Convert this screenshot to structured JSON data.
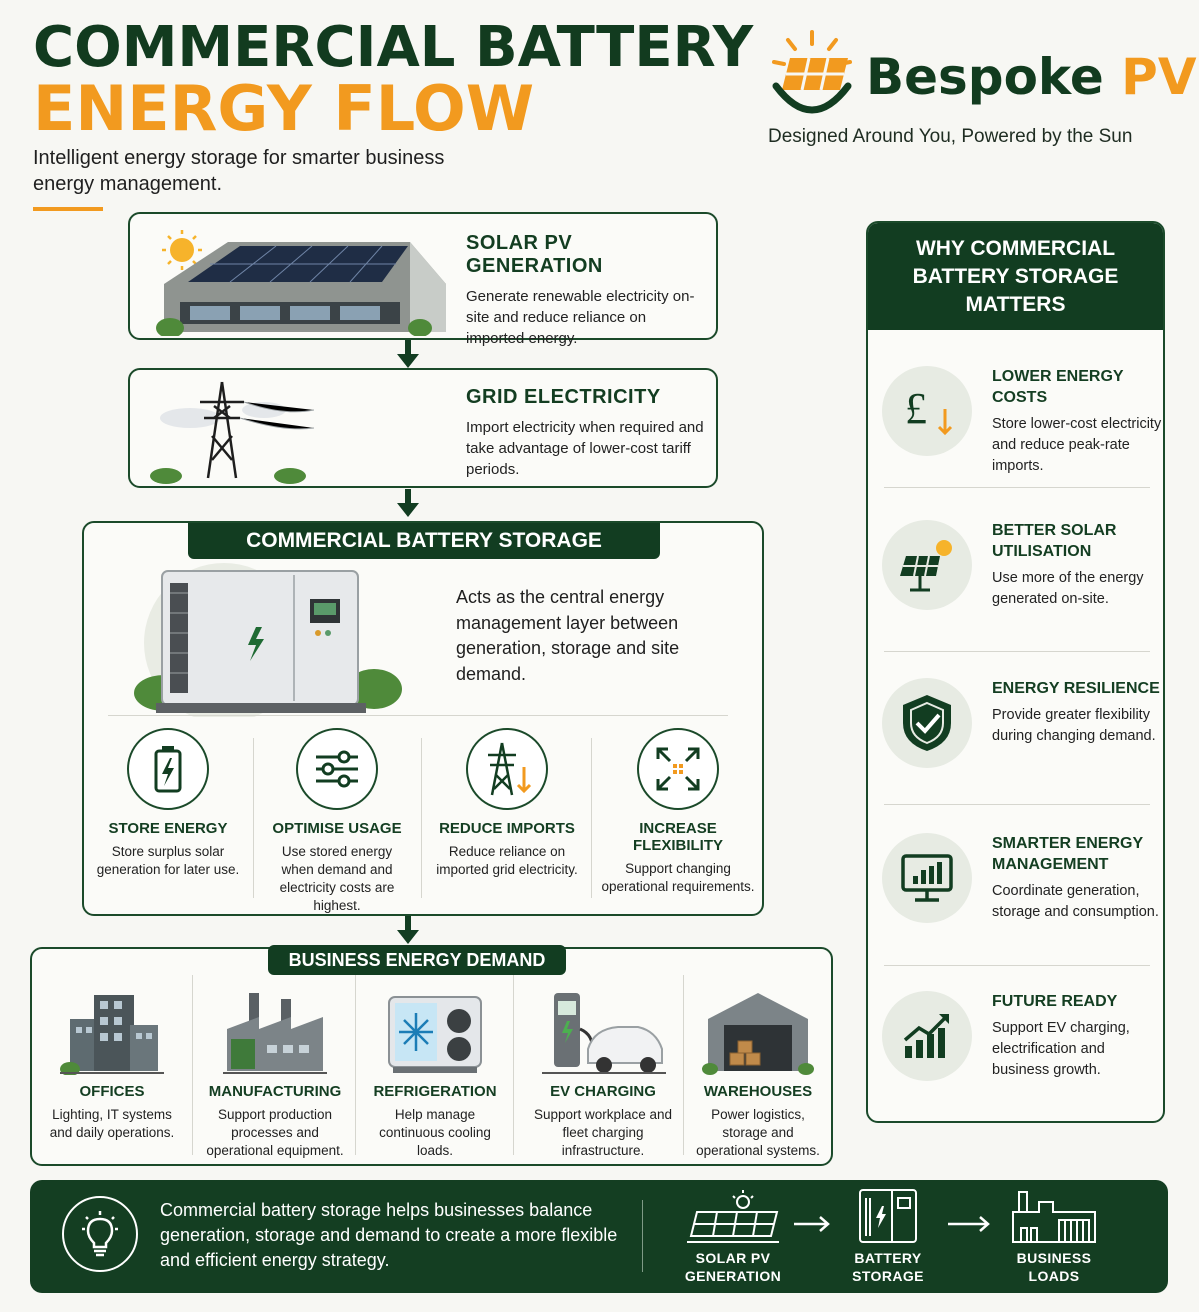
{
  "header": {
    "title_line1": "COMMERCIAL BATTERY",
    "title_line2": "ENERGY FLOW",
    "subtitle": "Intelligent energy storage for smarter business energy management."
  },
  "brand": {
    "name_main": "Bespoke",
    "name_accent": "PV",
    "tagline": "Designed Around You, Powered by the Sun",
    "colors": {
      "primary": "#123d21",
      "accent": "#f29a1f",
      "background": "#f7f7f3"
    }
  },
  "flow": {
    "solar": {
      "title": "SOLAR PV GENERATION",
      "text": "Generate renewable electricity on-site and reduce reliance on imported energy."
    },
    "grid": {
      "title": "GRID ELECTRICITY",
      "text": "Import electricity when required and take advantage of lower-cost tariff periods."
    },
    "battery": {
      "title": "COMMERCIAL BATTERY STORAGE",
      "text": "Acts as the central energy management layer between generation, storage and site demand.",
      "features": [
        {
          "icon": "battery-icon",
          "title": "STORE ENERGY",
          "text": "Store surplus solar generation for later use."
        },
        {
          "icon": "sliders-icon",
          "title": "OPTIMISE USAGE",
          "text": "Use stored energy when demand and electricity costs are highest."
        },
        {
          "icon": "pylon-down-icon",
          "title": "REDUCE IMPORTS",
          "text": "Reduce reliance on imported grid electricity."
        },
        {
          "icon": "expand-arrows-icon",
          "title": "INCREASE FLEXIBILITY",
          "text": "Support changing operational requirements."
        }
      ]
    },
    "demand": {
      "title": "BUSINESS ENERGY DEMAND",
      "items": [
        {
          "icon": "office-building-icon",
          "title": "OFFICES",
          "text": "Lighting, IT systems and daily operations."
        },
        {
          "icon": "factory-icon",
          "title": "MANUFACTURING",
          "text": "Support production processes and operational equipment."
        },
        {
          "icon": "refrigeration-unit-icon",
          "title": "REFRIGERATION",
          "text": "Help manage continuous cooling loads."
        },
        {
          "icon": "ev-charger-icon",
          "title": "EV CHARGING",
          "text": "Support workplace and fleet charging infrastructure."
        },
        {
          "icon": "warehouse-icon",
          "title": "WAREHOUSES",
          "text": "Power logistics, storage and operational systems."
        }
      ]
    }
  },
  "why": {
    "title": "WHY COMMERCIAL BATTERY STORAGE MATTERS",
    "items": [
      {
        "icon": "pound-down-icon",
        "title": "LOWER ENERGY COSTS",
        "text": "Store lower-cost electricity and reduce peak-rate imports."
      },
      {
        "icon": "solar-panel-icon",
        "title": "BETTER SOLAR UTILISATION",
        "text": "Use more of the energy generated on-site."
      },
      {
        "icon": "shield-check-icon",
        "title": "ENERGY RESILIENCE",
        "text": "Provide greater flexibility during changing demand."
      },
      {
        "icon": "monitor-chart-icon",
        "title": "SMARTER ENERGY MANAGEMENT",
        "text": "Coordinate generation, storage and consumption."
      },
      {
        "icon": "growth-chart-icon",
        "title": "FUTURE READY",
        "text": "Support EV charging, electrification and business growth."
      }
    ]
  },
  "footer": {
    "text": "Commercial battery storage helps businesses balance generation, storage and demand to create a more flexible and efficient energy strategy.",
    "steps": [
      {
        "icon": "solar-array-icon",
        "label": "SOLAR PV GENERATION"
      },
      {
        "icon": "battery-cabinet-icon",
        "label": "BATTERY STORAGE"
      },
      {
        "icon": "business-building-icon",
        "label": "BUSINESS LOADS"
      }
    ]
  }
}
